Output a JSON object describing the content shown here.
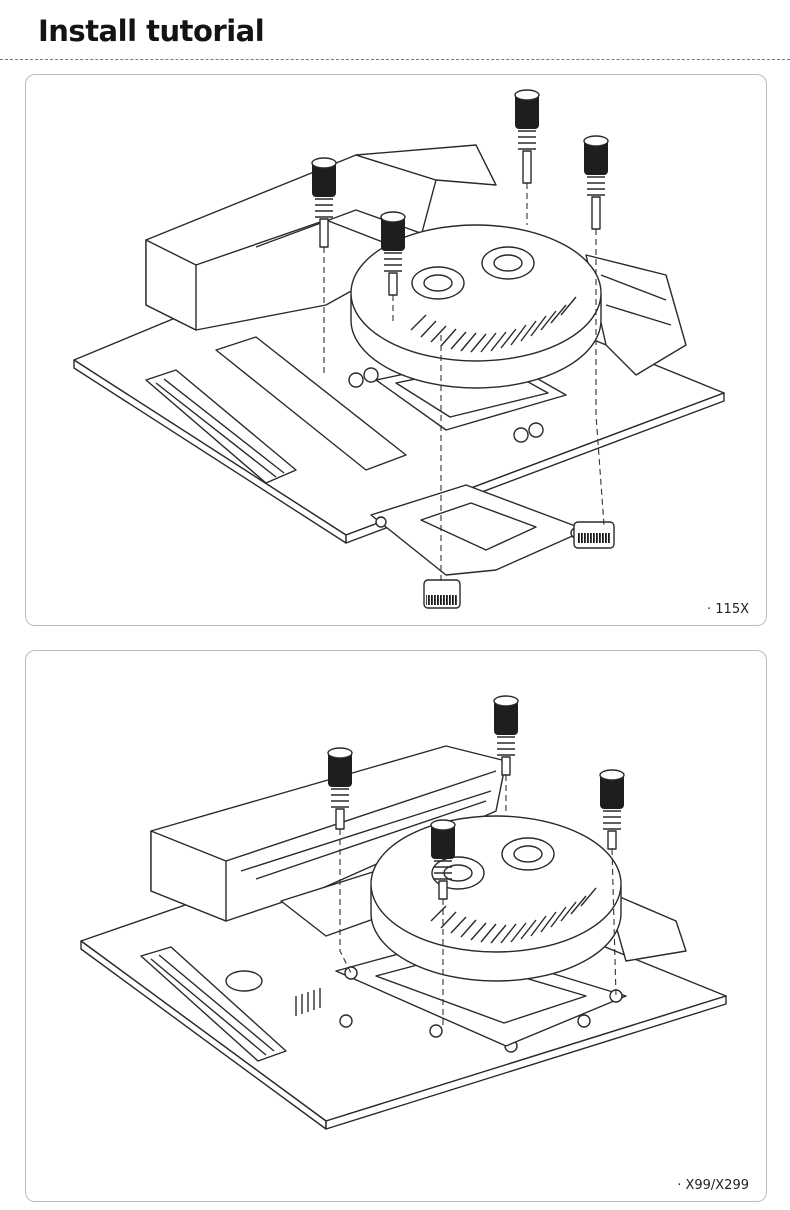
{
  "page": {
    "title": "Install tutorial"
  },
  "panels": [
    {
      "caption": "· 115X",
      "icon": "waterblock-install-115x-diagram"
    },
    {
      "caption": "· X99/X299",
      "icon": "waterblock-install-x99-x299-diagram"
    }
  ],
  "colors": {
    "line": "#2a2a2a",
    "frame": "#bdbdbd",
    "background": "#ffffff"
  }
}
